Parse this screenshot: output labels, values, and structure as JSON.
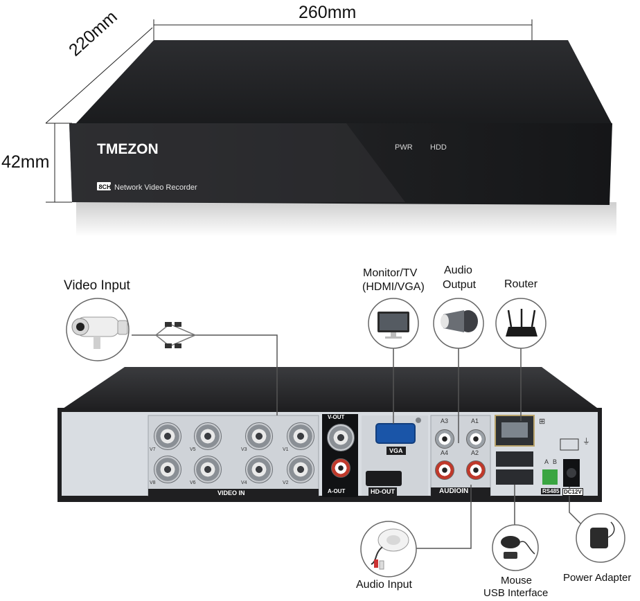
{
  "dimensions": {
    "width": "260mm",
    "depth": "220mm",
    "height": "42mm"
  },
  "front_panel": {
    "brand": "TMEZON",
    "channels": "8CH",
    "model_desc": "Network Video Recorder",
    "pwr": "PWR",
    "hdd": "HDD"
  },
  "rear_panel": {
    "video_in": "VIDEO IN",
    "channels": [
      "V7",
      "V5",
      "V3",
      "V1",
      "V8",
      "V6",
      "V4",
      "V2"
    ],
    "v_out": "V-OUT",
    "a_out": "A-OUT",
    "vga": "VGA",
    "hd_out": "HD-OUT",
    "audio_ch": [
      "A3",
      "A1",
      "A4",
      "A2"
    ],
    "audio_in": "AUDIOIN",
    "rs485": "RS485",
    "rs485_pins": [
      "A",
      "B"
    ],
    "dc12v": "DC12V"
  },
  "callouts": {
    "video_input": "Video Input",
    "monitor_line1": "Monitor/TV",
    "monitor_line2": "(HDMI/VGA)",
    "audio_output_line1": "Audio",
    "audio_output_line2": "Output",
    "router": "Router",
    "audio_input": "Audio Input",
    "mouse_line1": "Mouse",
    "mouse_line2": "USB Interface",
    "power_adapter": "Power Adapter"
  },
  "colors": {
    "device_body": "#1f1f21",
    "rear_plate": "#d9dde2",
    "connector_gold": "#b9a36a"
  }
}
